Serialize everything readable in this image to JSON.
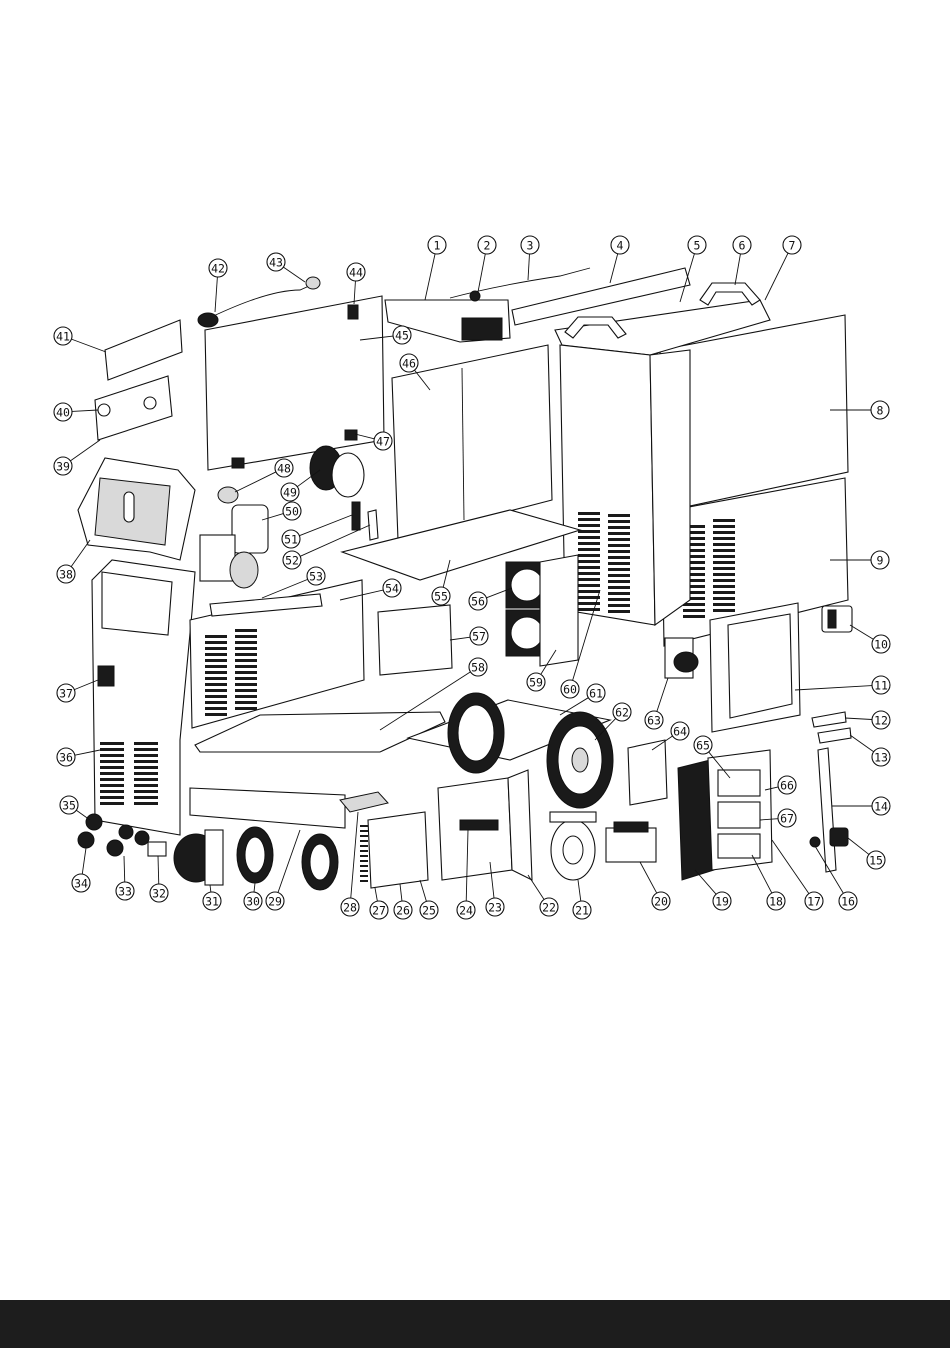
{
  "callouts": [
    "1",
    "2",
    "3",
    "4",
    "5",
    "6",
    "7",
    "8",
    "9",
    "10",
    "11",
    "12",
    "13",
    "14",
    "15",
    "16",
    "17",
    "18",
    "19",
    "20",
    "21",
    "22",
    "23",
    "24",
    "25",
    "26",
    "27",
    "28",
    "29",
    "30",
    "31",
    "32",
    "33",
    "34",
    "35",
    "36",
    "37",
    "38",
    "39",
    "40",
    "41",
    "42",
    "43",
    "44",
    "45",
    "46",
    "47",
    "48",
    "49",
    "50",
    "51",
    "52",
    "53",
    "54",
    "55",
    "56",
    "57",
    "58",
    "59",
    "60",
    "61",
    "62",
    "63",
    "64",
    "65",
    "66",
    "67"
  ],
  "colors": {
    "line": "#111111",
    "footer": "#1d1d1d",
    "background": "#ffffff"
  }
}
